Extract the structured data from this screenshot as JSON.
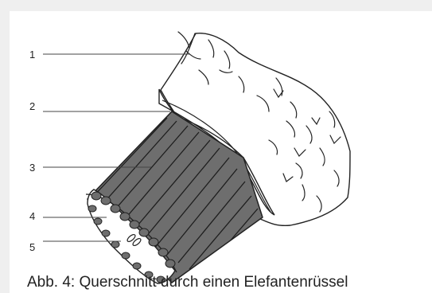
{
  "labels": [
    "1",
    "2",
    "3",
    "4",
    "5"
  ],
  "caption": "Abb. 4: Querschnitt durch einen Elefantenrüssel",
  "colors": {
    "muscle": "#6e6e6e",
    "skin": "#ffffff",
    "outline": "#222222",
    "background": "#efefef"
  }
}
